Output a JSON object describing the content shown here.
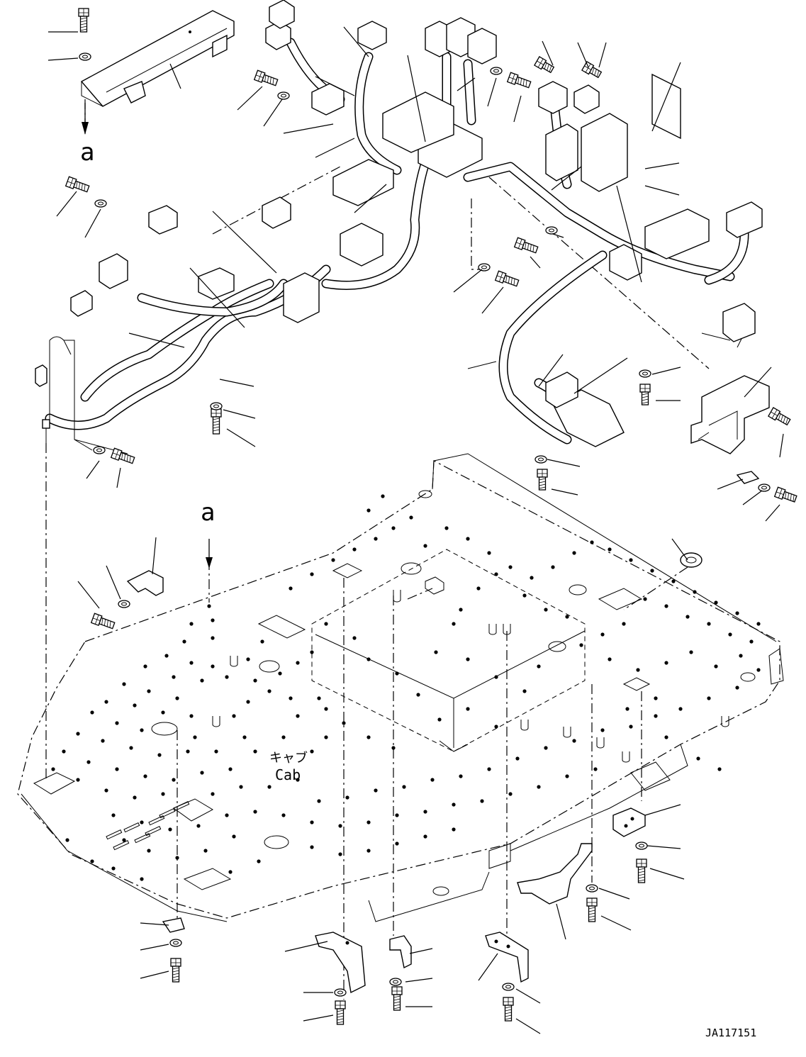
{
  "labels": {
    "ref_a_top": "a",
    "ref_a_floor": "a",
    "cab_jp": "キャブ",
    "cab_en": "Cab",
    "drawing_id": "JA117151"
  }
}
